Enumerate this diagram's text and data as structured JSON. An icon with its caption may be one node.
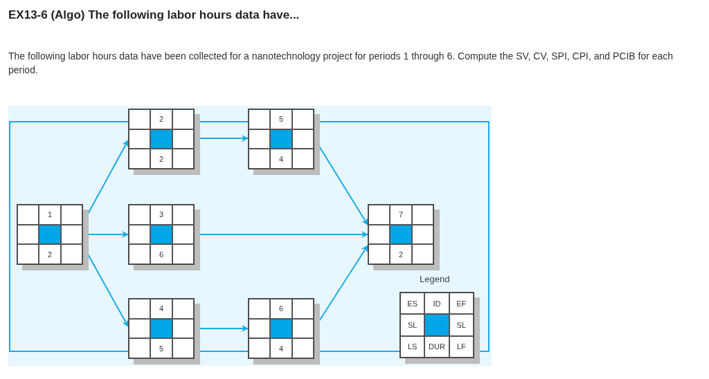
{
  "diagram": {
    "title": "EX13-6 (Algo) The following labor hours data have...",
    "nodes": [
      {
        "text": [
          "1",
          "2"
        ]
      },
      {
        "text": [
          "2",
          "2"
        ]
      },
      {
        "text": [
          "3",
          "6"
        ]
      },
      {
        "text": [
          "4",
          "5"
        ]
      },
      {
        "text": [
          "5",
          "4"
        ]
      },
      {
        "text": [
          "6",
          "4"
        ]
      },
      {
        "text": [
          "7",
          "2"
        ]
      },
      {
        "text": [
          "Legend",
          "ES",
          "ID",
          "EF",
          "SL",
          "SL",
          "LS",
          "DUR",
          "LF"
        ]
      }
    ],
    "edges": [
      {
        "from": 0,
        "to": 1,
        "arrow": "to"
      },
      {
        "from": 0,
        "to": 2,
        "arrow": "to"
      },
      {
        "from": 0,
        "to": 3,
        "arrow": "to"
      },
      {
        "from": 1,
        "to": 4,
        "arrow": "to"
      },
      {
        "from": 2,
        "to": 6,
        "arrow": "to"
      },
      {
        "from": 3,
        "to": 5,
        "arrow": "to"
      },
      {
        "from": 4,
        "to": 6,
        "arrow": "to"
      },
      {
        "from": 5,
        "to": 6,
        "arrow": "to"
      }
    ],
    "labels": [
      "The following labor hours data have been collected for a nanotechnology project for periods 1 through 6. Compute the SV, CV, SPI, CPI, and PCIB for each period."
    ]
  }
}
